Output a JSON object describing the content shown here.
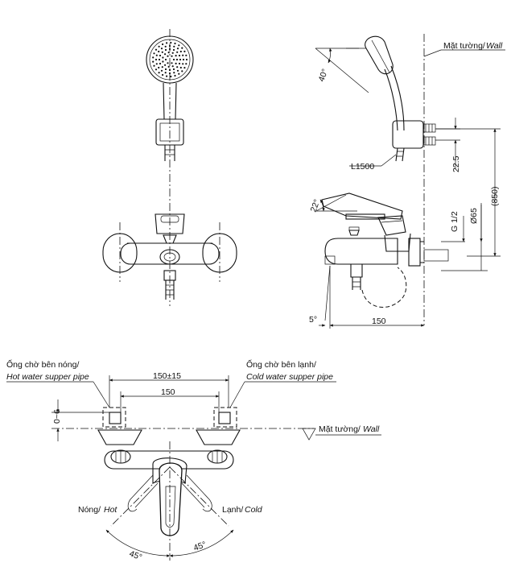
{
  "side_view": {
    "wall_label_vi": "Mặt tường/",
    "wall_label_en": "Wall",
    "angle_top": "40°",
    "hose_length": "L1500",
    "angle_lever": "22°",
    "dim_bracket": "22.5",
    "dim_total": "(850)",
    "dim_thread": "G 1/2",
    "dim_diameter": "Ø65",
    "angle_spout": "5°",
    "dim_depth": "150"
  },
  "plan_view": {
    "hot_pipe_vi": "Ống chờ bên nóng/",
    "hot_pipe_en": "Hot water supper pipe",
    "cold_pipe_vi": "Ống chờ bên lạnh/",
    "cold_pipe_en": "Cold water supper pipe",
    "dim_outer": "150±15",
    "dim_inner": "150",
    "dim_offset": "0~6",
    "wall_label_vi": "Mặt tường/",
    "wall_label_en": "Wall",
    "hot_label_vi": "Nóng/",
    "hot_label_en": "Hot",
    "cold_label_vi": "Lạnh/",
    "cold_label_en": "Cold",
    "angle_left": "45°",
    "angle_right": "45°"
  }
}
